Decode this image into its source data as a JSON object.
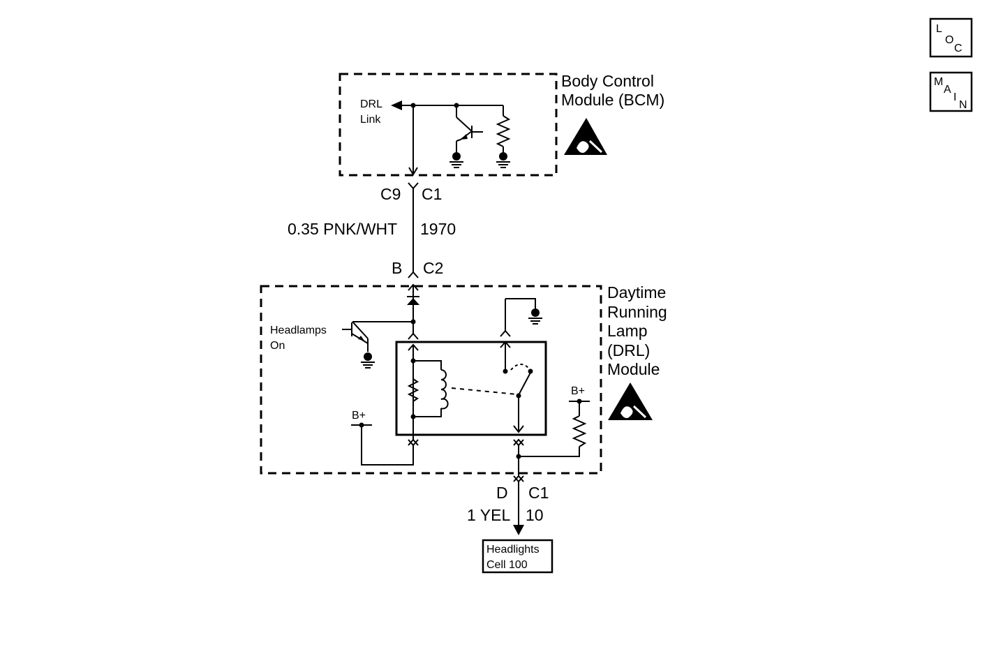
{
  "nav": {
    "loc": {
      "l1": "L",
      "l2": "O",
      "l3": "C"
    },
    "main": {
      "l1": "M",
      "l2": "A",
      "l3": "I",
      "l4": "N"
    }
  },
  "bcm": {
    "title_line1": "Body Control",
    "title_line2": "Module (BCM)",
    "drl_line1": "DRL",
    "drl_line2": "Link"
  },
  "connectors": {
    "top_left": "C9",
    "top_right": "C1",
    "mid_left": "B",
    "mid_right": "C2",
    "bot_left": "D",
    "bot_right": "C1"
  },
  "wires": {
    "upper_size_color": "0.35 PNK/WHT",
    "upper_circuit": "1970",
    "lower_size_color": "1 YEL",
    "lower_circuit": "10"
  },
  "drl": {
    "title_line1": "Daytime",
    "title_line2": "Running",
    "title_line3": "Lamp",
    "title_line4": "(DRL)",
    "title_line5": "Module",
    "headlamps_line1": "Headlamps",
    "headlamps_line2": "On",
    "bplus_left": "B+",
    "bplus_right": "B+"
  },
  "ref": {
    "line1": "Headlights",
    "line2": "Cell 100"
  }
}
